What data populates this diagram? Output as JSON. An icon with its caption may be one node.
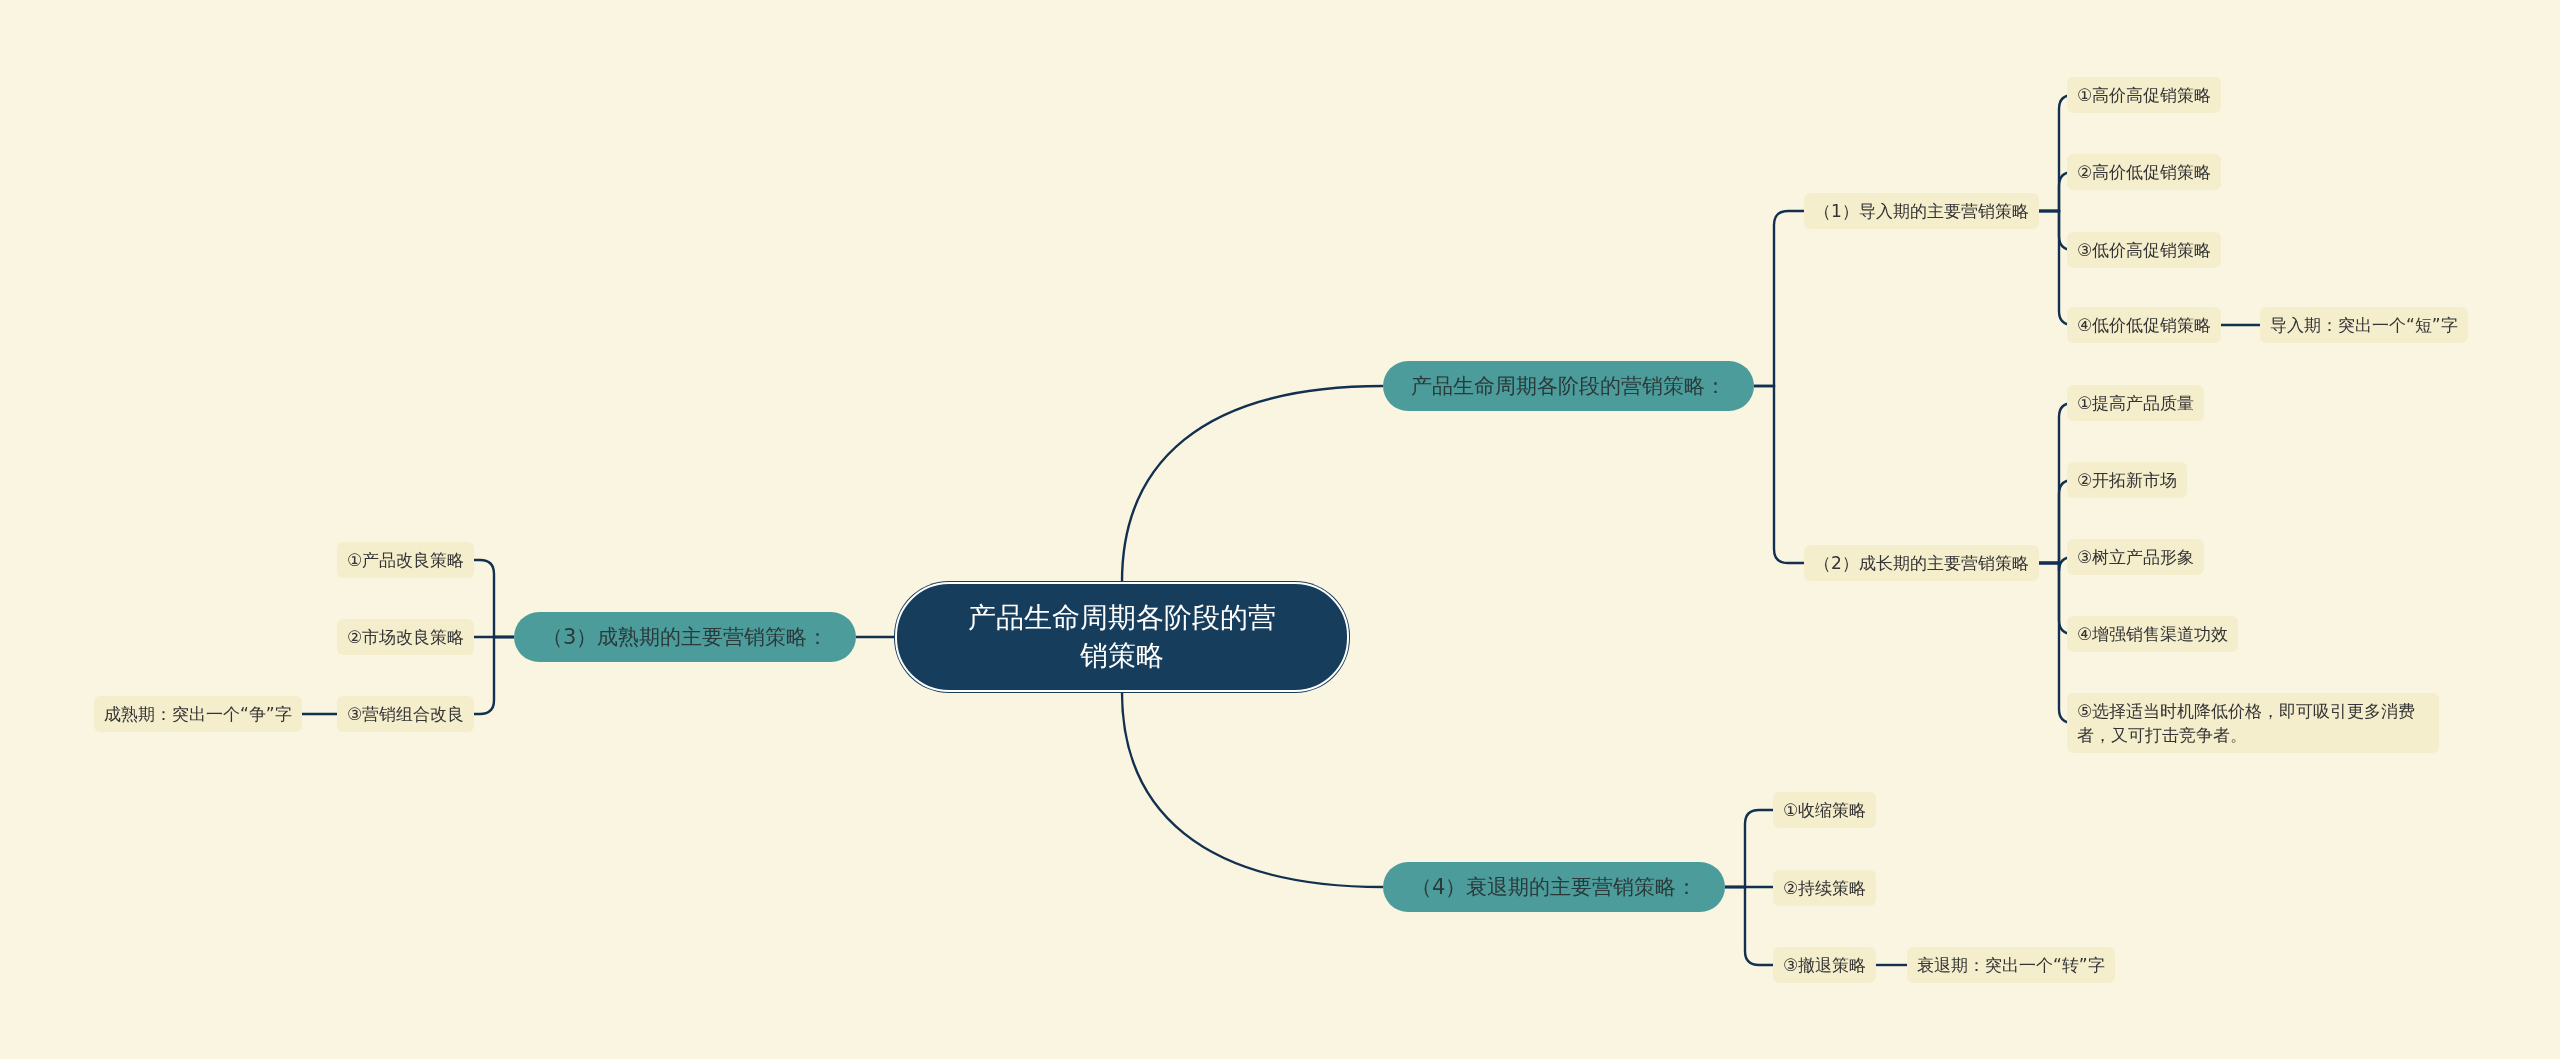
{
  "diagram": {
    "nodes": [
      {
        "text": [
          "产品生命周期各阶段的营销策略"
        ]
      },
      {
        "text": [
          "产品生命周期各阶段的营销策略："
        ]
      },
      {
        "text": [
          "（1）导入期的主要营销策略"
        ]
      },
      {
        "text": [
          "①高价高促销策略"
        ]
      },
      {
        "text": [
          "②高价低促销策略"
        ]
      },
      {
        "text": [
          "③低价高促销策略"
        ]
      },
      {
        "text": [
          "④低价低促销策略"
        ]
      },
      {
        "text": [
          "导入期：突出一个“短”字"
        ]
      },
      {
        "text": [
          "（2）成长期的主要营销策略"
        ]
      },
      {
        "text": [
          "①提高产品质量"
        ]
      },
      {
        "text": [
          "②开拓新市场"
        ]
      },
      {
        "text": [
          "③树立产品形象"
        ]
      },
      {
        "text": [
          "④增强销售渠道功效"
        ]
      },
      {
        "text": [
          "⑤选择适当时机降低价格，即可吸引更多消费者，又可打击竞争者。"
        ]
      },
      {
        "text": [
          "（3）成熟期的主要营销策略："
        ]
      },
      {
        "text": [
          "①产品改良策略"
        ]
      },
      {
        "text": [
          "②市场改良策略"
        ]
      },
      {
        "text": [
          "③营销组合改良"
        ]
      },
      {
        "text": [
          "成熟期：突出一个“争”字"
        ]
      },
      {
        "text": [
          "（4）衰退期的主要营销策略："
        ]
      },
      {
        "text": [
          "①收缩策略"
        ]
      },
      {
        "text": [
          "②持续策略"
        ]
      },
      {
        "text": [
          "③撤退策略"
        ]
      },
      {
        "text": [
          "衰退期：突出一个“转”字"
        ]
      }
    ],
    "edges": [
      {
        "from": 0,
        "to": 1,
        "arrow": "none"
      },
      {
        "from": 1,
        "to": 2,
        "arrow": "none"
      },
      {
        "from": 2,
        "to": 3,
        "arrow": "none"
      },
      {
        "from": 2,
        "to": 4,
        "arrow": "none"
      },
      {
        "from": 2,
        "to": 5,
        "arrow": "none"
      },
      {
        "from": 2,
        "to": 6,
        "arrow": "none"
      },
      {
        "from": 6,
        "to": 7,
        "arrow": "none"
      },
      {
        "from": 1,
        "to": 8,
        "arrow": "none"
      },
      {
        "from": 8,
        "to": 9,
        "arrow": "none"
      },
      {
        "from": 8,
        "to": 10,
        "arrow": "none"
      },
      {
        "from": 8,
        "to": 11,
        "arrow": "none"
      },
      {
        "from": 8,
        "to": 12,
        "arrow": "none"
      },
      {
        "from": 8,
        "to": 13,
        "arrow": "none"
      },
      {
        "from": 0,
        "to": 14,
        "arrow": "none"
      },
      {
        "from": 14,
        "to": 15,
        "arrow": "none"
      },
      {
        "from": 14,
        "to": 16,
        "arrow": "none"
      },
      {
        "from": 14,
        "to": 17,
        "arrow": "none"
      },
      {
        "from": 17,
        "to": 18,
        "arrow": "none"
      },
      {
        "from": 0,
        "to": 19,
        "arrow": "none"
      },
      {
        "from": 19,
        "to": 20,
        "arrow": "none"
      },
      {
        "from": 19,
        "to": 21,
        "arrow": "none"
      },
      {
        "from": 19,
        "to": 22,
        "arrow": "none"
      },
      {
        "from": 22,
        "to": 23,
        "arrow": "none"
      }
    ]
  }
}
